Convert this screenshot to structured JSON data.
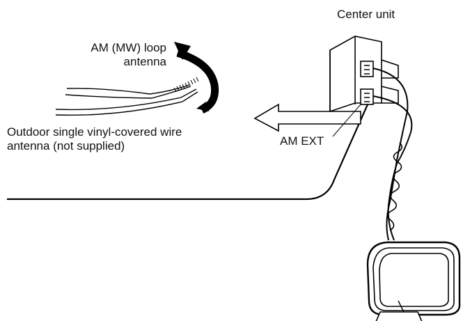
{
  "labels": {
    "center_unit": "Center unit",
    "am_loop_line1": "AM (MW) loop",
    "am_loop_line2": "antenna",
    "outdoor_line1": "Outdoor single vinyl-covered wire",
    "outdoor_line2": "antenna (not supplied)",
    "am_ext": "AM EXT"
  },
  "colors": {
    "line": "#000000",
    "background": "#ffffff"
  }
}
